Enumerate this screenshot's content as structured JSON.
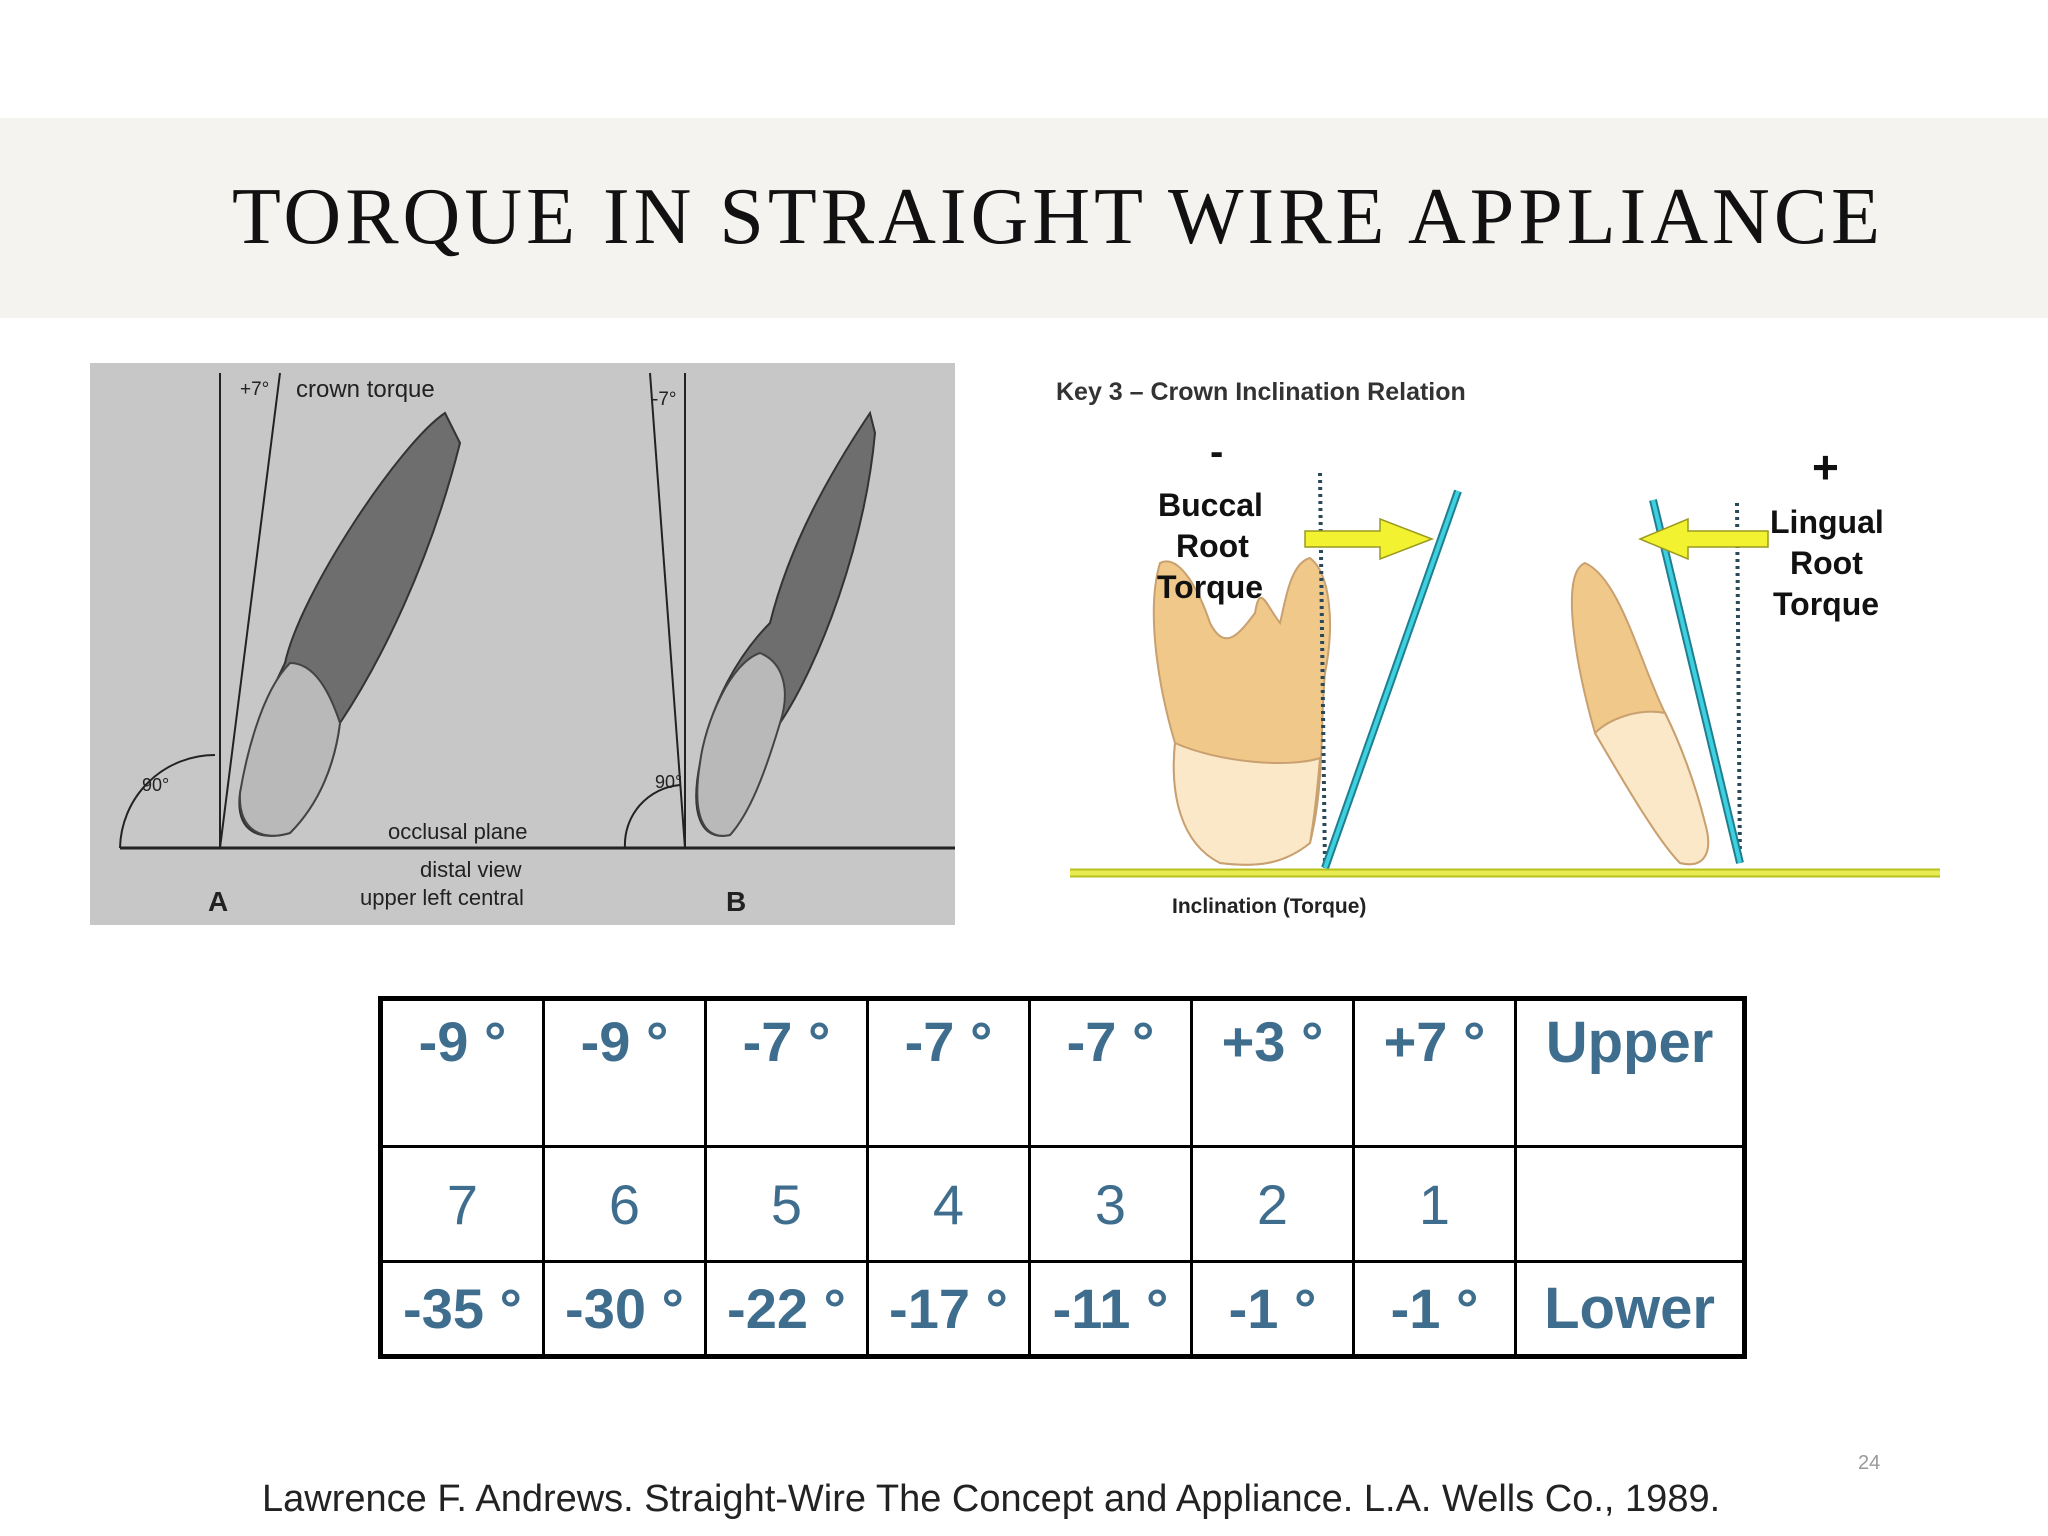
{
  "slide": {
    "title": "TORQUE IN STRAIGHT WIRE APPLIANCE",
    "page_number": "24",
    "citation": "Lawrence F. Andrews.  Straight-Wire The Concept and Appliance. L.A. Wells Co., 1989."
  },
  "figure_left": {
    "crown_torque_value": "+7°",
    "crown_torque_label": "crown torque",
    "neg_value": "-7°",
    "angle_a": "90°",
    "angle_b": "90°",
    "occlusal_plane": "occlusal plane",
    "distal_view": "distal view",
    "upper_left_central": "upper left central",
    "label_a": "A",
    "label_b": "B"
  },
  "figure_right": {
    "title": "Key 3 – Crown Inclination Relation",
    "minus_sign": "-",
    "buccal_line1": "Buccal",
    "buccal_line2": "Root",
    "buccal_line3": "Torque",
    "plus_sign": "+",
    "lingual_line1": "Lingual",
    "lingual_line2": "Root",
    "lingual_line3": "Torque",
    "caption": "Inclination (Torque)"
  },
  "table": {
    "upper": [
      "-9 °",
      "-9 °",
      "-7 °",
      "-7 °",
      "-7 °",
      "+3 °",
      "+7 °"
    ],
    "upper_label": "Upper",
    "teeth": [
      "7",
      "6",
      "5",
      "4",
      "3",
      "2",
      "1"
    ],
    "lower": [
      "-35 °",
      "-30 °",
      "-22 °",
      "-17 °",
      "-11 °",
      "-1 °",
      "-1 °"
    ],
    "lower_label": "Lower"
  }
}
